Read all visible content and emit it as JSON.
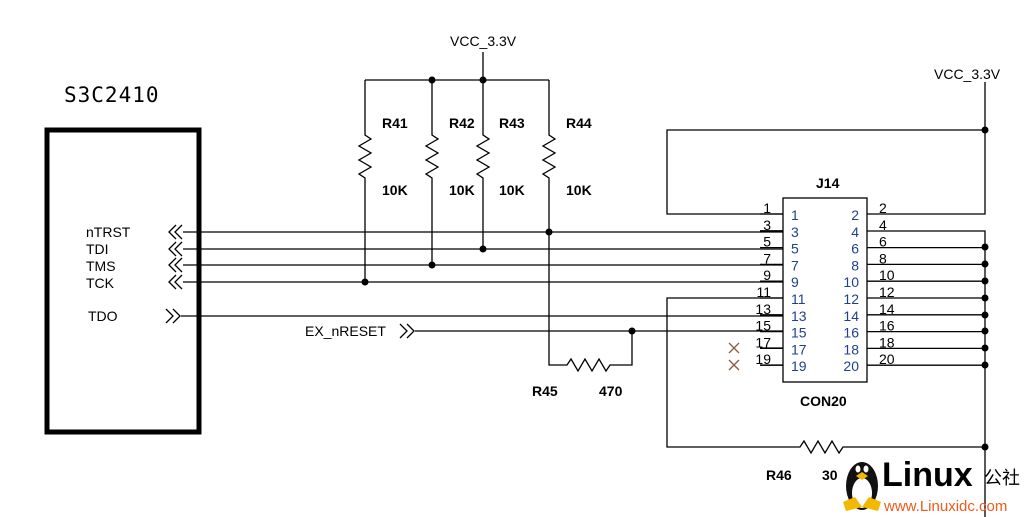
{
  "chip": {
    "name": "S3C2410",
    "signals": [
      "nTRST",
      "TDI",
      "TMS",
      "TCK",
      "TDO"
    ]
  },
  "power": {
    "top_label": "VCC_3.3V",
    "right_label": "VCC_3.3V"
  },
  "resistors": [
    {
      "ref": "R41",
      "value": "10K"
    },
    {
      "ref": "R42",
      "value": "10K"
    },
    {
      "ref": "R43",
      "value": "10K"
    },
    {
      "ref": "R44",
      "value": "10K"
    },
    {
      "ref": "R45",
      "value": "470"
    },
    {
      "ref": "R46",
      "value": "30"
    }
  ],
  "reset_net": "EX_nRESET",
  "connector": {
    "ref": "J14",
    "type": "CON20",
    "left_pins": [
      "1",
      "3",
      "5",
      "7",
      "9",
      "11",
      "13",
      "15",
      "17",
      "19"
    ],
    "right_pins": [
      "2",
      "4",
      "6",
      "8",
      "10",
      "12",
      "14",
      "16",
      "18",
      "20"
    ],
    "no_connect_pins": [
      "17",
      "19"
    ]
  },
  "colors": {
    "wire": "#000000",
    "pin_number": "#1f3f8f",
    "no_connect": "#8b5a3c",
    "watermark_url": "#f05a1a"
  },
  "watermark": {
    "brand": "Linux",
    "suffix": "公社",
    "url": "www.Linuxidc.com"
  }
}
